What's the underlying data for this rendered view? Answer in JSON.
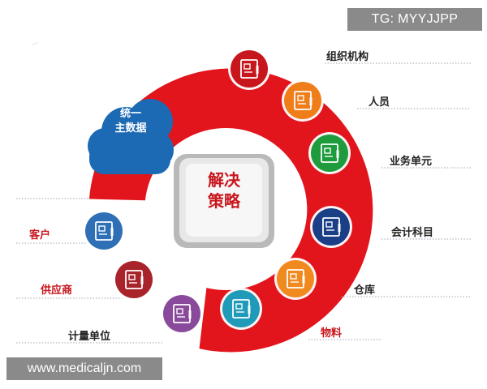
{
  "center": {
    "line1": "解决",
    "line2": "策略"
  },
  "cloud": {
    "line1": "统一",
    "line2": "主数据"
  },
  "items": [
    {
      "label": "组织机构",
      "color": "#c8161d",
      "icon": "document-icon"
    },
    {
      "label": "人员",
      "color": "#ef7d1a",
      "icon": "document-icon"
    },
    {
      "label": "业务单元",
      "color": "#1e9b3d",
      "icon": "document-icon"
    },
    {
      "label": "会计科目",
      "color": "#1a3f87",
      "icon": "document-icon"
    },
    {
      "label": "仓库",
      "color": "#f08a1f",
      "icon": "document-icon"
    },
    {
      "label": "物料",
      "color": "#1f9ab8",
      "icon": "document-icon"
    },
    {
      "label": "计量单位",
      "color": "#8a4a9b",
      "icon": "document-icon"
    },
    {
      "label": "供应商",
      "color": "#a8232a",
      "icon": "document-icon"
    },
    {
      "label": "客户",
      "color": "#2f6fb5",
      "icon": "document-icon"
    }
  ],
  "watermark_tag": "TG: MYYJJPP",
  "site_url": "www.medicaljn.com",
  "colors": {
    "ring": "#e2141c",
    "cloud": "#1c69b4",
    "label_red": "#c8161d"
  }
}
